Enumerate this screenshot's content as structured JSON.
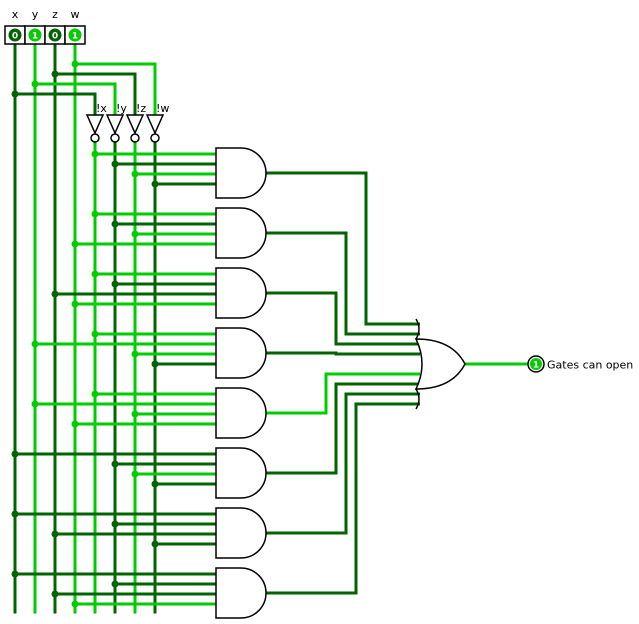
{
  "inputs": [
    {
      "name": "x",
      "value": "0",
      "on": false
    },
    {
      "name": "y",
      "value": "1",
      "on": true
    },
    {
      "name": "z",
      "value": "0",
      "on": false
    },
    {
      "name": "w",
      "value": "1",
      "on": true
    }
  ],
  "inverters": [
    {
      "label": "!x",
      "on": true
    },
    {
      "label": "!y",
      "on": false
    },
    {
      "label": "!z",
      "on": true
    },
    {
      "label": "!w",
      "on": false
    }
  ],
  "output": {
    "label": "Gates can open",
    "value": "1",
    "on": true
  },
  "colors": {
    "wire_high": "#00cc00",
    "wire_low": "#006400",
    "gate_stroke": "#000000",
    "pin_border": "#000000"
  }
}
